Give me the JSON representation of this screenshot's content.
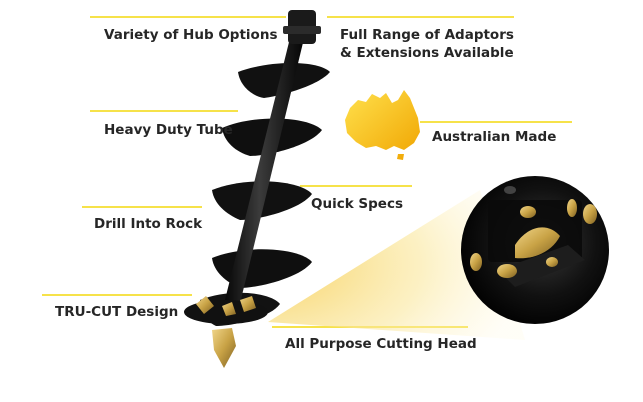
{
  "features": {
    "hub_options": "Variety of Hub Options",
    "adaptors_line1": "Full Range of Adaptors",
    "adaptors_line2": "& Extensions Available",
    "heavy_duty_tube": "Heavy Duty Tube",
    "australian_made": "Australian Made",
    "quick_specs": "Quick Specs",
    "drill_into_rock": "Drill Into Rock",
    "tru_cut_design": "TRU-CUT Design",
    "cutting_head": "All Purpose Cutting Head"
  },
  "colors": {
    "accent_rule": "#f6e24a",
    "map_gold": "#f5b700",
    "auger_black": "#0d0d0d",
    "teeth_gold": "#c8a245",
    "text": "#262626"
  },
  "icons": {
    "map": "australia-map-icon",
    "auger": "auger-drill-illustration",
    "head": "cutting-head-closeup"
  }
}
